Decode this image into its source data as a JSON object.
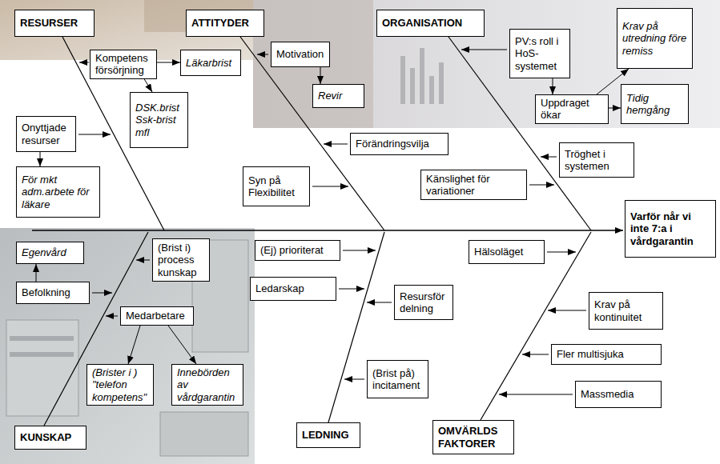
{
  "diagram": {
    "nodes": [
      {
        "text": [
          "RESURSER"
        ]
      },
      {
        "text": [
          "ATTITYDER"
        ]
      },
      {
        "text": [
          "ORGANISATION"
        ]
      },
      {
        "text": [
          "Krav på utredning före remiss"
        ]
      },
      {
        "text": [
          "Kompetens försörjning"
        ]
      },
      {
        "text": [
          "Läkarbrist"
        ]
      },
      {
        "text": [
          "Motivation"
        ]
      },
      {
        "text": [
          "PV:s roll i HoS-systemet"
        ]
      },
      {
        "text": [
          "Revir"
        ]
      },
      {
        "text": [
          "Uppdraget ökar"
        ]
      },
      {
        "text": [
          "Tidig hemgång"
        ]
      },
      {
        "text": [
          "DSK.brist Ssk-brist mfl"
        ]
      },
      {
        "text": [
          "Onyttjade resurser"
        ]
      },
      {
        "text": [
          "Förändringsvilja"
        ]
      },
      {
        "text": [
          "Tröghet i systemen"
        ]
      },
      {
        "text": [
          "För mkt adm.arbete för läkare"
        ]
      },
      {
        "text": [
          "Syn på Flexibilitet"
        ]
      },
      {
        "text": [
          "Känslighet för variationer"
        ]
      },
      {
        "text": [
          "Varför når vi inte 7:a i vårdgarantin"
        ]
      },
      {
        "text": [
          "Egenvård"
        ]
      },
      {
        "text": [
          "(Brist i) process kunskap"
        ]
      },
      {
        "text": [
          "(Ej) prioriterat"
        ]
      },
      {
        "text": [
          "Hälsoläget"
        ]
      },
      {
        "text": [
          "Befolkning"
        ]
      },
      {
        "text": [
          "Ledarskap"
        ]
      },
      {
        "text": [
          "Resursför delning"
        ]
      },
      {
        "text": [
          "Krav på kontinuitet"
        ]
      },
      {
        "text": [
          "Medarbetare"
        ]
      },
      {
        "text": [
          "Fler multisjuka"
        ]
      },
      {
        "text": [
          "(Brist på) incitament"
        ]
      },
      {
        "text": [
          "(Brister i ) \"telefon kompetens\""
        ]
      },
      {
        "text": [
          "Innebörden av vårdgarantin"
        ]
      },
      {
        "text": [
          "Massmedia"
        ]
      },
      {
        "text": [
          "KUNSKAP"
        ]
      },
      {
        "text": [
          "LEDNING"
        ]
      },
      {
        "text": [
          "OMVÄRLDS FAKTORER"
        ]
      }
    ],
    "edges": [
      {
        "from": 4,
        "to": 5,
        "arrow": "to"
      },
      {
        "from": 4,
        "to": 11,
        "arrow": "to"
      },
      {
        "from": 12,
        "to": 15,
        "arrow": "to"
      },
      {
        "from": 6,
        "to": 8,
        "arrow": "to"
      },
      {
        "from": 7,
        "to": 9,
        "arrow": "to"
      },
      {
        "from": 9,
        "to": 3,
        "arrow": "to"
      },
      {
        "from": 9,
        "to": 10,
        "arrow": "to"
      },
      {
        "from": 23,
        "to": 19,
        "arrow": "to"
      },
      {
        "from": 27,
        "to": 30,
        "arrow": "to"
      },
      {
        "from": 27,
        "to": 31,
        "arrow": "to"
      }
    ]
  }
}
